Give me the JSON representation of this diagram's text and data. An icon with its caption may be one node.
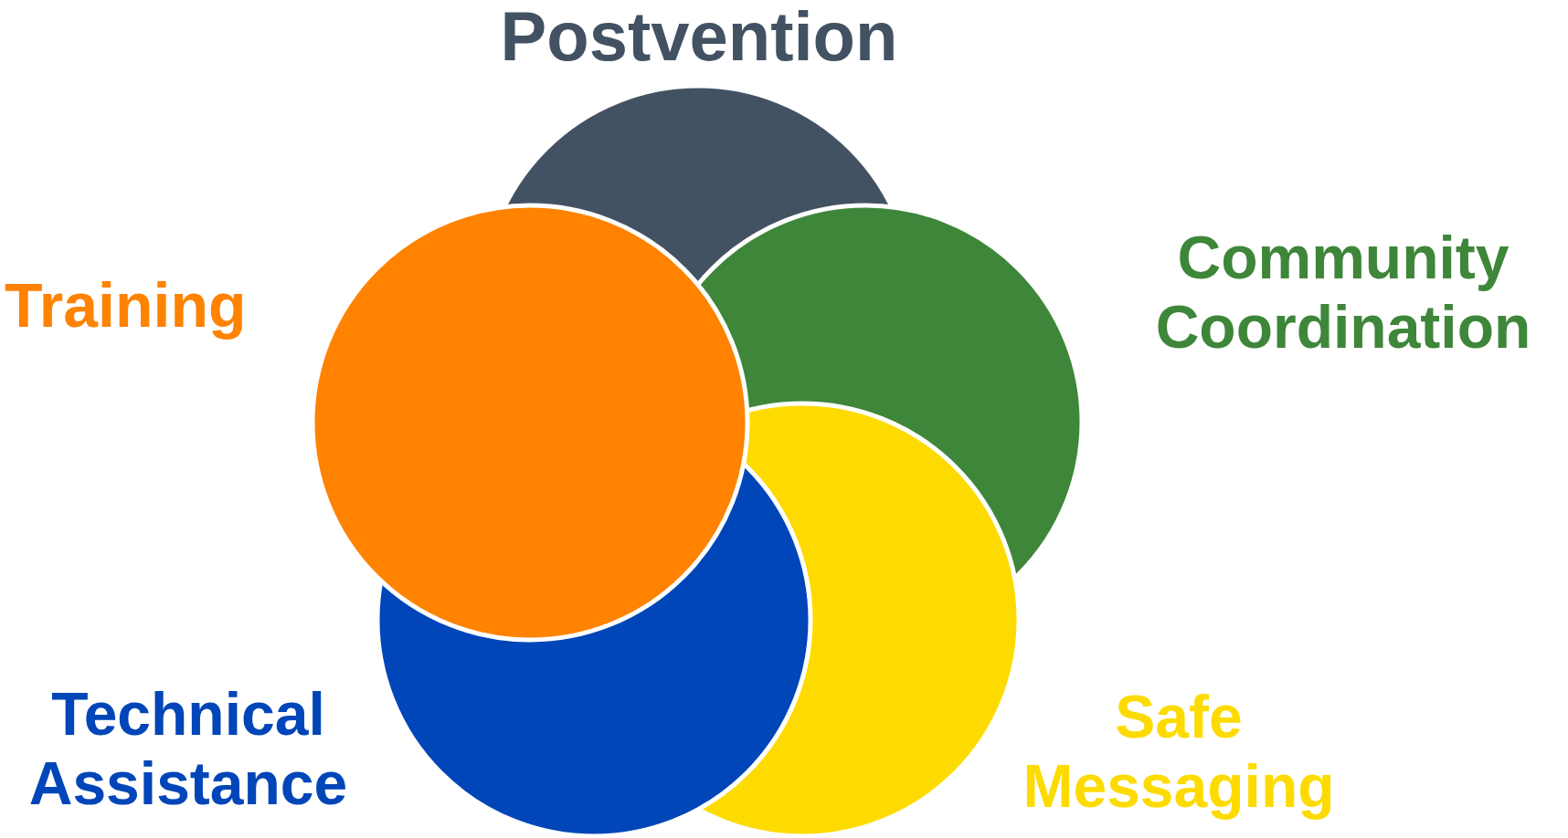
{
  "diagram": {
    "nodes": [
      {
        "text": [
          "Postvention"
        ]
      },
      {
        "text": [
          "Training"
        ]
      },
      {
        "text": [
          "Community Coordination"
        ]
      },
      {
        "text": [
          "Technical Assistance"
        ]
      },
      {
        "text": [
          "Safe Messaging"
        ]
      }
    ]
  }
}
